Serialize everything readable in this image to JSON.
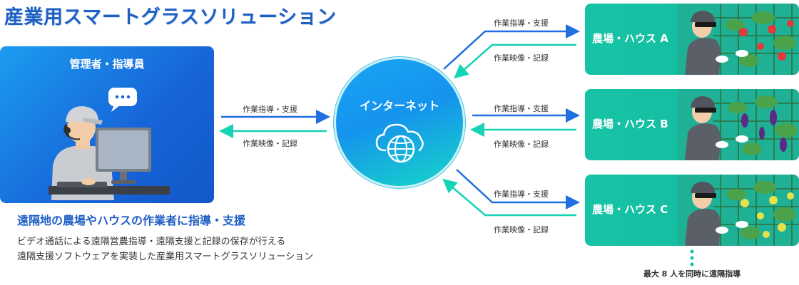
{
  "title": "産業用スマートグラスソリューション",
  "admin": {
    "title": "管理者・指導員"
  },
  "description": {
    "headline": "遠隔地の農場やハウスの作業者に指導・支援",
    "line1": "ビデオ通話による遠隔営農指導・遠隔支援と記録の保存が行える",
    "line2": "遠隔支援ソフトウェアを実装した産業用スマートグラスソリューション"
  },
  "internet": {
    "label": "インターネット",
    "icon": "cloud-globe-icon"
  },
  "arrow_labels": {
    "left_top": "作業指導・支援",
    "left_bottom": "作業映像・記録",
    "a_top": "作業指導・支援",
    "a_bottom": "作業映像・記録",
    "b_top": "作業指導・支援",
    "b_bottom": "作業映像・記録",
    "c_top": "作業指導・支援",
    "c_bottom": "作業映像・記録"
  },
  "farms": [
    {
      "label": "農場・ハウス A",
      "crop": "tomato"
    },
    {
      "label": "農場・ハウス B",
      "crop": "eggplant"
    },
    {
      "label": "農場・ハウス C",
      "crop": "bell-pepper"
    }
  ],
  "max_note": "最大 8 人を同時に遠隔指導",
  "colors": {
    "title_blue": "#1e5fc4",
    "admin_card": "#1764d8",
    "farm_green": "#17c3a6",
    "arrow_blue": "#1f6fe0",
    "arrow_green": "#16d3b6"
  }
}
